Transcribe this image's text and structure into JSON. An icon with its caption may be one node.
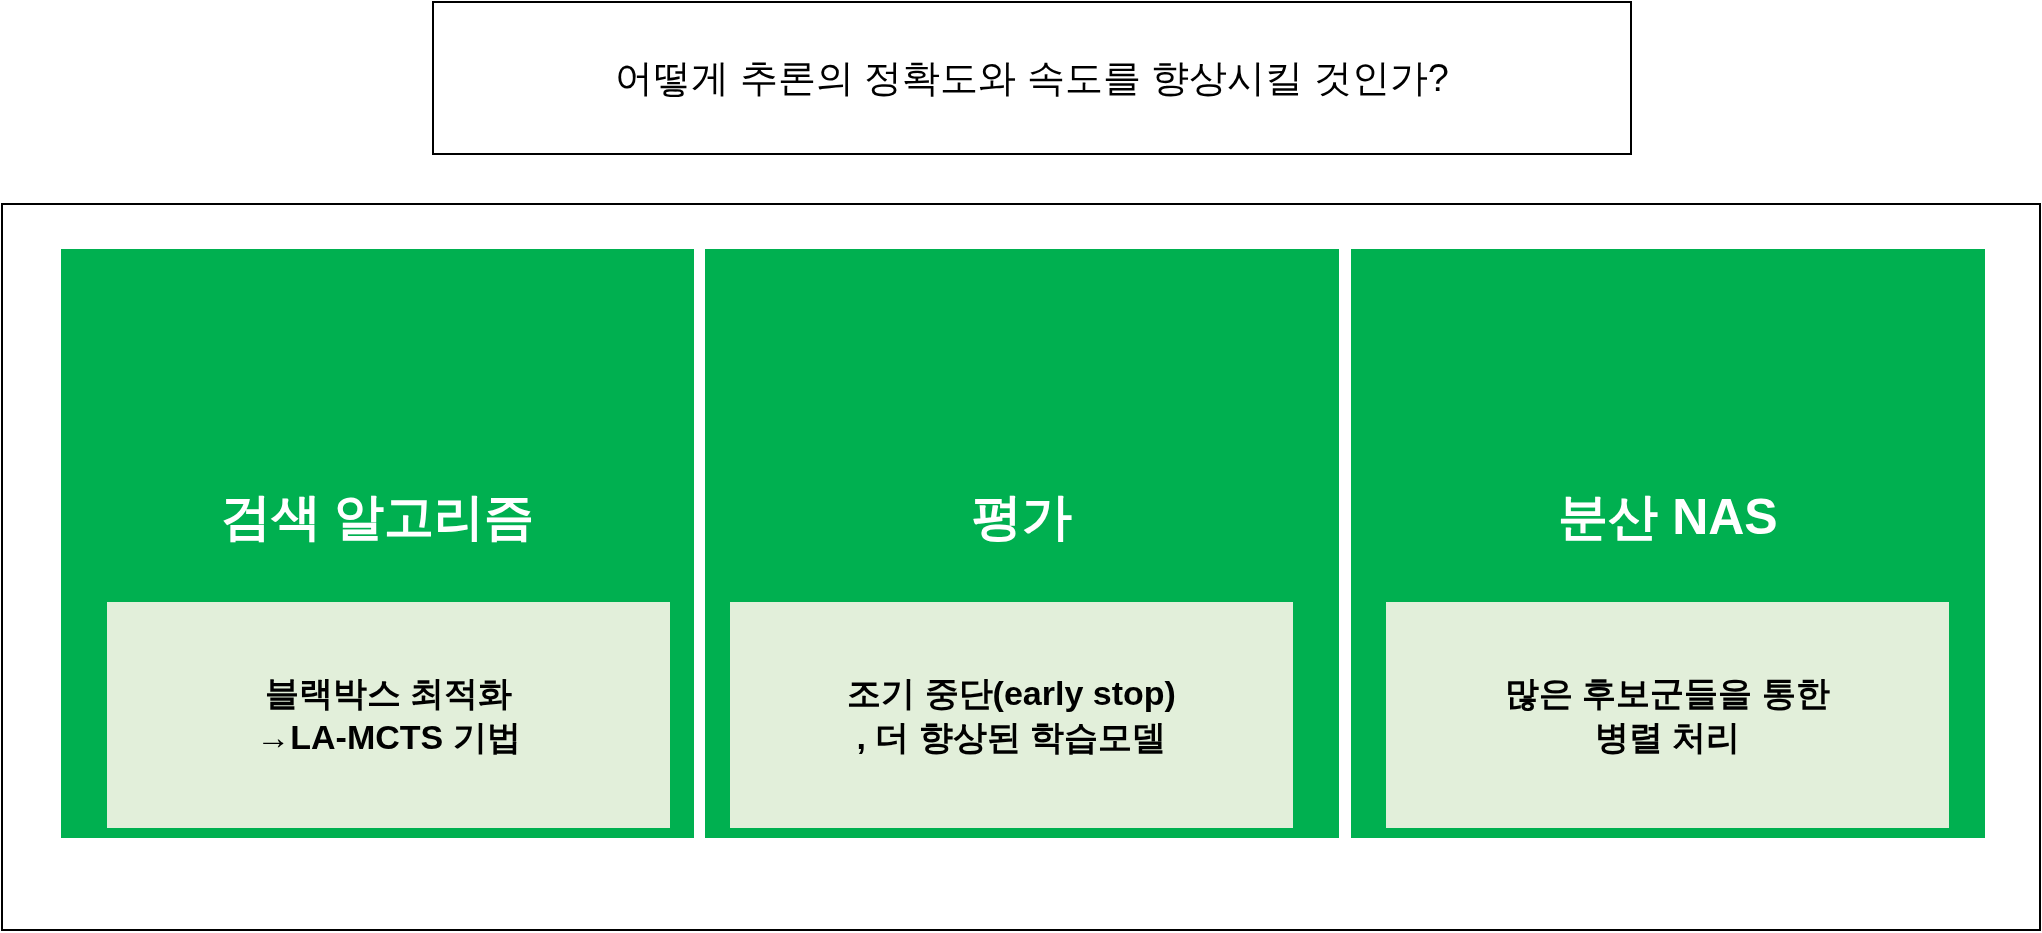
{
  "diagram": {
    "nodes": [
      {
        "text": [
          "어떻게 추론의 정확도와 속도를 향상시킬 것인가?"
        ]
      },
      {
        "text": [],
        "shape": "box"
      },
      {
        "text": [
          "검색 알고리즘"
        ],
        "in": 1
      },
      {
        "text": [
          "블랙박스 최적화 →LA-MCTS 기법"
        ],
        "in": 2
      },
      {
        "text": [
          "평가"
        ],
        "in": 1
      },
      {
        "text": [
          "조기 중단(early stop) , 더 향상된 학습모델"
        ],
        "in": 4
      },
      {
        "text": [
          "분산 NAS"
        ],
        "in": 1
      },
      {
        "text": [
          "많은 후보군들을 통한 병렬 처리"
        ],
        "in": 6
      }
    ]
  }
}
